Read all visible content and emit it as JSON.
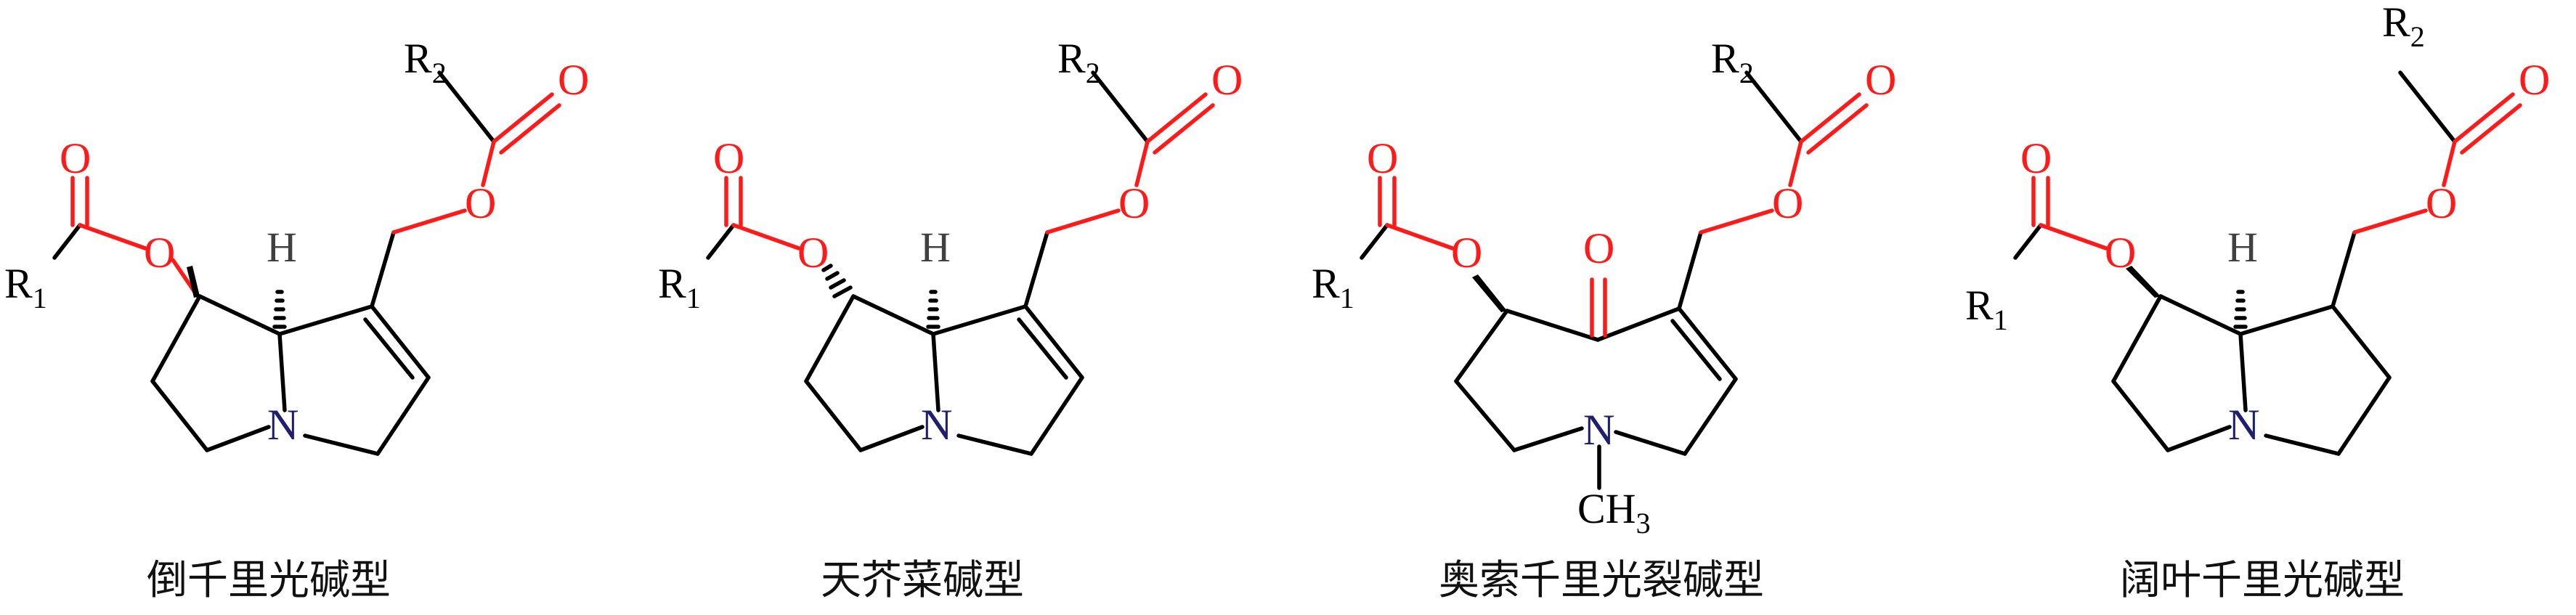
{
  "structures": [
    {
      "caption": "倒千里光碱型",
      "stereo_c1": "wedge",
      "ring_double_bond": true,
      "has_ketone": false,
      "has_n_methyl": false
    },
    {
      "caption": "天芥菜碱型",
      "stereo_c1": "hash",
      "ring_double_bond": true,
      "has_ketone": false,
      "has_n_methyl": false
    },
    {
      "caption": "奥索千里光裂碱型",
      "stereo_c1": "wedge",
      "ring_double_bond": true,
      "has_ketone": true,
      "has_n_methyl": true
    },
    {
      "caption": "阔叶千里光碱型",
      "stereo_c1": "wedge",
      "ring_double_bond": false,
      "has_ketone": false,
      "has_n_methyl": false
    }
  ],
  "labels": {
    "R": "R",
    "sub1": "1",
    "sub2": "2",
    "O": "O",
    "N": "N",
    "H": "H",
    "CH": "CH",
    "sub3": "3"
  },
  "colors": {
    "oxygen": "#ff1a1a",
    "nitrogen": "#1f1f6e",
    "hydrogen": "#404040",
    "bond": "#000000"
  }
}
